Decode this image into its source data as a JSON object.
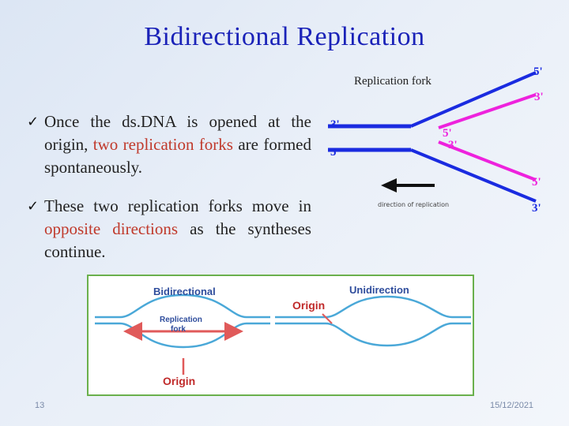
{
  "title": "Bidirectional Replication",
  "bullets": [
    {
      "pre": "Once the ds.DNA is opened at the origin, ",
      "highlight": "two replication forks",
      "post": " are formed spontaneously."
    },
    {
      "pre": "These two replication forks move in ",
      "highlight": "opposite directions",
      "post": " as the syntheses continue."
    }
  ],
  "fork": {
    "label": "Replication fork",
    "ends": {
      "top_5": "5'",
      "top_3": "3'",
      "left_3": "3'",
      "left_5": "5'",
      "mid_5": "5'",
      "mid_3": "3'",
      "bottom_5": "5'",
      "bottom_3": "3'"
    },
    "arrow_caption": "direction of replication"
  },
  "bottom_diagram": {
    "bidirectional_label": "Bidirectional",
    "replication_fork_label": "Replication\nfork",
    "origin_bottom_label": "Origin",
    "origin_top_label": "Origin",
    "unidirection_label": "Unidirection"
  },
  "footer": {
    "page_number": "13",
    "date": "15/12/2021"
  },
  "colors": {
    "title": "#1a22b8",
    "highlight": "#c0392b",
    "strand_blue": "#1a2be0",
    "strand_magenta": "#ee22dd",
    "label_red": "#c0392b",
    "box_border": "#6ab04c"
  }
}
